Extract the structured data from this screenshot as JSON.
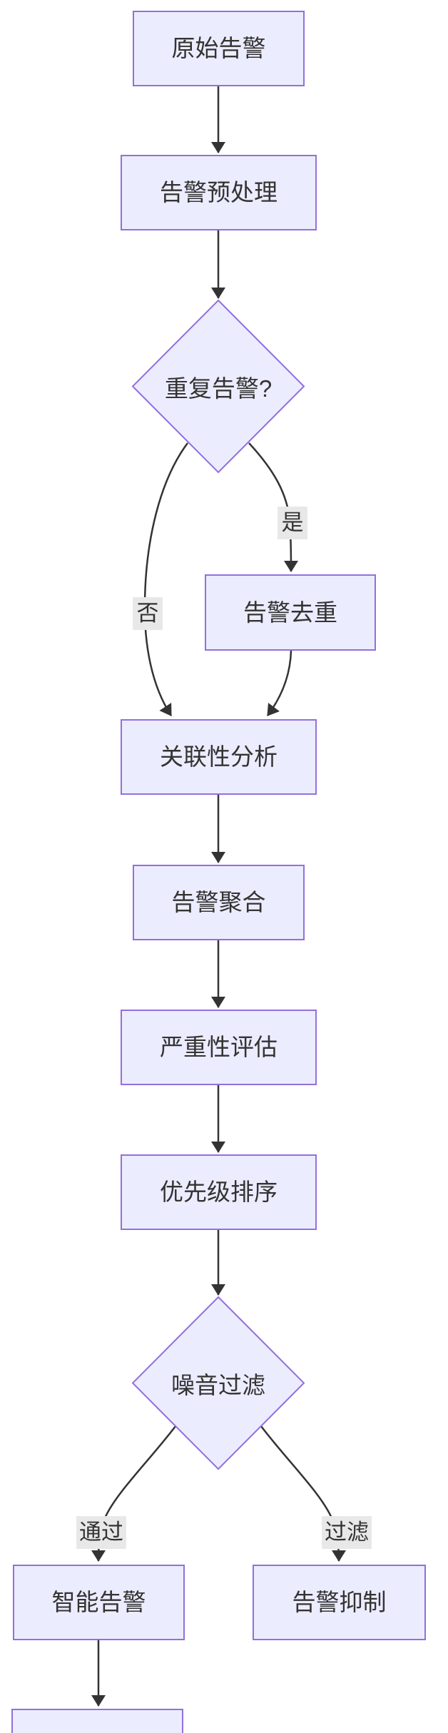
{
  "diagram": {
    "type": "flowchart",
    "direction": "top-down",
    "colors": {
      "node_fill": "#ECECFF",
      "node_border": "#9370DB",
      "edge": "#333333",
      "edge_label_bg": "#e8e8e8",
      "text": "#333333",
      "background": "#ffffff"
    },
    "nodes": [
      {
        "id": "raw-alert",
        "shape": "rectangle",
        "label": "原始告警"
      },
      {
        "id": "preprocess",
        "shape": "rectangle",
        "label": "告警预处理"
      },
      {
        "id": "duplicate-decision",
        "shape": "diamond",
        "label": "重复告警?"
      },
      {
        "id": "dedup",
        "shape": "rectangle",
        "label": "告警去重"
      },
      {
        "id": "correlation",
        "shape": "rectangle",
        "label": "关联性分析"
      },
      {
        "id": "aggregation",
        "shape": "rectangle",
        "label": "告警聚合"
      },
      {
        "id": "severity",
        "shape": "rectangle",
        "label": "严重性评估"
      },
      {
        "id": "priority",
        "shape": "rectangle",
        "label": "优先级排序"
      },
      {
        "id": "noise-filter-decision",
        "shape": "diamond",
        "label": "噪音过滤"
      },
      {
        "id": "smart-alert",
        "shape": "rectangle",
        "label": "智能告警"
      },
      {
        "id": "suppression",
        "shape": "rectangle",
        "label": "告警抑制"
      },
      {
        "id": "partial-bottom",
        "shape": "rectangle",
        "label": ""
      }
    ],
    "edges": [
      {
        "from": "raw-alert",
        "to": "preprocess",
        "label": ""
      },
      {
        "from": "preprocess",
        "to": "duplicate-decision",
        "label": ""
      },
      {
        "from": "duplicate-decision",
        "to": "dedup",
        "label": "是"
      },
      {
        "from": "duplicate-decision",
        "to": "correlation",
        "label": "否"
      },
      {
        "from": "dedup",
        "to": "correlation",
        "label": ""
      },
      {
        "from": "correlation",
        "to": "aggregation",
        "label": ""
      },
      {
        "from": "aggregation",
        "to": "severity",
        "label": ""
      },
      {
        "from": "severity",
        "to": "priority",
        "label": ""
      },
      {
        "from": "priority",
        "to": "noise-filter-decision",
        "label": ""
      },
      {
        "from": "noise-filter-decision",
        "to": "smart-alert",
        "label": "通过"
      },
      {
        "from": "noise-filter-decision",
        "to": "suppression",
        "label": "过滤"
      },
      {
        "from": "smart-alert",
        "to": "partial-bottom",
        "label": ""
      }
    ]
  }
}
